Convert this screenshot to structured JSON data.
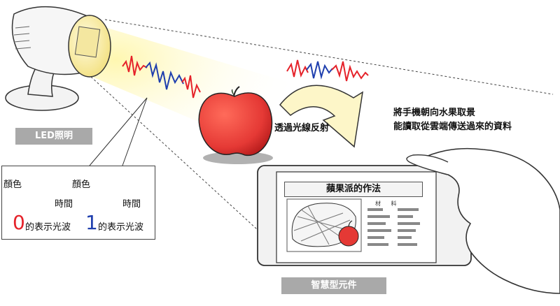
{
  "labels": {
    "led": "LED照明",
    "reflect": "透過光線反射",
    "instruction_line1": "將手機朝向水果取景",
    "instruction_line2": "能讀取從雲端傳送過來的資料",
    "device": "智慧型元件"
  },
  "legend": {
    "color_label": "顏色",
    "time_label": "時間",
    "digit_zero": "0",
    "digit_one": "1",
    "zero_text": "的表示光波",
    "one_text": "的表示光波"
  },
  "phone_screen": {
    "title": "蘋果派的作法",
    "materials": "材 料"
  },
  "colors": {
    "red_wave": "#e5222a",
    "blue_wave": "#1f3fae",
    "apple": "#e53935",
    "light_beam": "#fdf6c8",
    "label_bg": "#a9a9a9"
  },
  "icons": {
    "lamp": "led-lamp-icon",
    "apple": "apple-icon",
    "phone": "smartphone-icon",
    "hand": "hand-icon",
    "arrow": "curved-arrow-icon"
  }
}
